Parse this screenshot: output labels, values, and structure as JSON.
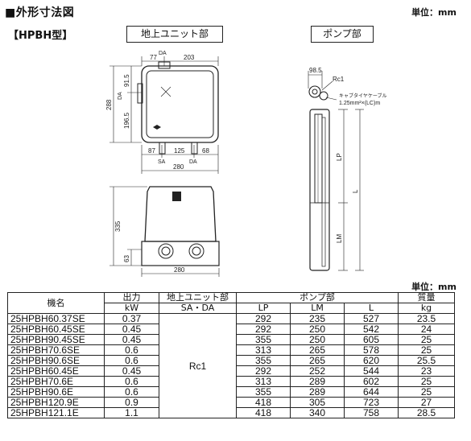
{
  "title": "■外形寸法図",
  "unit": "単位：mm",
  "model_label": "【HPBH型】",
  "views": {
    "ground_unit": "地上ユニット部",
    "pump": "ポンプ部"
  },
  "dims": {
    "top_w1": "77",
    "top_da": "DA",
    "top_w2": "203",
    "h1": "91.5",
    "h2": "196.5",
    "total_h": "288",
    "side_da": "DA",
    "bot_87": "87",
    "bot_125": "125",
    "bot_68": "68",
    "sa": "SA",
    "da": "DA",
    "width": "280",
    "h_335": "335",
    "h_63": "63",
    "width2": "280",
    "pump_w": "98.5",
    "rc1": "Rc1",
    "cable_line1": "キャブタイヤケーブル",
    "cable_line2": "1.25mm²×(LC)m",
    "lp": "LP",
    "l": "L",
    "lm": "LM"
  },
  "table": {
    "headers": {
      "model": "機名",
      "output": "出力",
      "output_unit": "kW",
      "ground": "地上ユニット部",
      "ground_sub": "SA・DA",
      "pump": "ポンプ部",
      "lp": "LP",
      "lm": "LM",
      "l": "L",
      "mass": "質量",
      "mass_unit": "kg"
    },
    "sa_da_value": "Rc1",
    "rows": [
      {
        "model": "25HPBH60.37SE",
        "kw": "0.37",
        "lp": "292",
        "lm": "235",
        "l": "527",
        "kg": "23.5"
      },
      {
        "model": "25HPBH60.45SE",
        "kw": "0.45",
        "lp": "292",
        "lm": "250",
        "l": "542",
        "kg": "24"
      },
      {
        "model": "25HPBH90.45SE",
        "kw": "0.45",
        "lp": "355",
        "lm": "250",
        "l": "605",
        "kg": "25"
      },
      {
        "model": "25HPBH70.6SE",
        "kw": "0.6",
        "lp": "313",
        "lm": "265",
        "l": "578",
        "kg": "25"
      },
      {
        "model": "25HPBH90.6SE",
        "kw": "0.6",
        "lp": "355",
        "lm": "265",
        "l": "620",
        "kg": "25.5"
      },
      {
        "model": "25HPBH60.45E",
        "kw": "0.45",
        "lp": "292",
        "lm": "252",
        "l": "544",
        "kg": "23"
      },
      {
        "model": "25HPBH70.6E",
        "kw": "0.6",
        "lp": "313",
        "lm": "289",
        "l": "602",
        "kg": "25"
      },
      {
        "model": "25HPBH90.6E",
        "kw": "0.6",
        "lp": "355",
        "lm": "289",
        "l": "644",
        "kg": "25"
      },
      {
        "model": "25HPBH120.9E",
        "kw": "0.9",
        "lp": "418",
        "lm": "305",
        "l": "723",
        "kg": "27"
      },
      {
        "model": "25HPBH121.1E",
        "kw": "1.1",
        "lp": "418",
        "lm": "340",
        "l": "758",
        "kg": "28.5"
      }
    ]
  }
}
